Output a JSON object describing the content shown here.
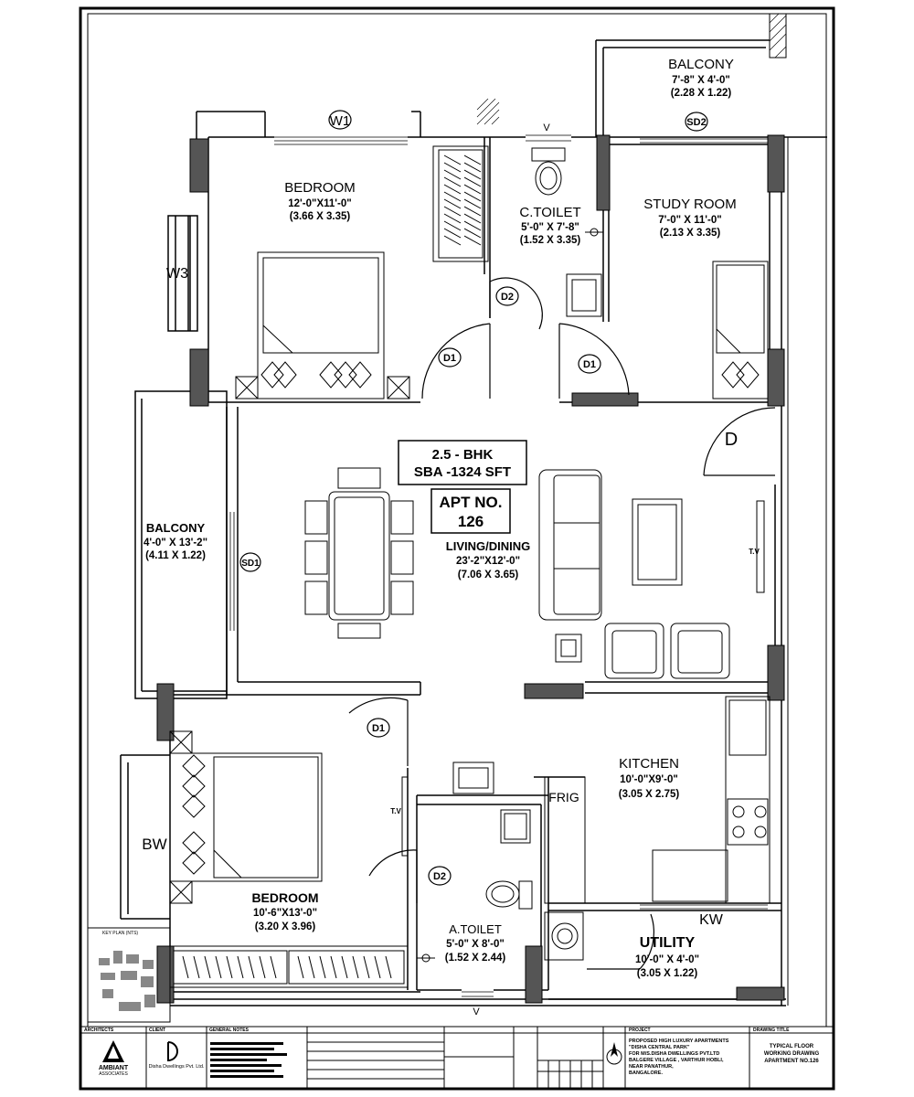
{
  "rooms": {
    "bedroom1": {
      "name": "BEDROOM",
      "size": "12'-0\"X11'-0\"",
      "metric": "(3.66 X 3.35)"
    },
    "c_toilet": {
      "name": "C.TOILET",
      "size": "5'-0\" X 7'-8\"",
      "metric": "(1.52 X 3.35)"
    },
    "study": {
      "name": "STUDY ROOM",
      "size": "7'-0\" X 11'-0\"",
      "metric": "(2.13 X 3.35)"
    },
    "balcony_top": {
      "name": "BALCONY",
      "size": "7'-8\" X 4'-0\"",
      "metric": "(2.28 X 1.22)"
    },
    "balcony_left": {
      "name": "BALCONY",
      "size": "4'-0\" X 13'-2\"",
      "metric": "(4.11 X 1.22)"
    },
    "living": {
      "name": "LIVING/DINING",
      "size": "23'-2\"X12'-0\"",
      "metric": "(7.06 X 3.65)"
    },
    "kitchen": {
      "name": "KITCHEN",
      "size": "10'-0\"X9'-0\"",
      "metric": "(3.05 X 2.75)"
    },
    "bedroom2": {
      "name": "BEDROOM",
      "size": "10'-6\"X13'-0\"",
      "metric": "(3.20 X 3.96)"
    },
    "a_toilet": {
      "name": "A.TOILET",
      "size": "5'-0\" X 8'-0\"",
      "metric": "(1.52 X 2.44)"
    },
    "utility": {
      "name": "UTILITY",
      "size": "10'-0\" X 4'-0\"",
      "metric": "(3.05 X 1.22)"
    }
  },
  "info": {
    "bhk": "2.5 - BHK",
    "sba": "SBA -1324 SFT",
    "apt_label": "APT NO.",
    "apt_no": "126"
  },
  "tags": {
    "w1": "W1",
    "w3": "W3",
    "sd2": "SD2",
    "v_top": "V",
    "v_bottom": "V",
    "d2_top": "D2",
    "d1_left": "D1",
    "d1_right": "D1",
    "d_main": "D",
    "sd1": "SD1",
    "tv_living": "T.V",
    "tv_bed": "T.V",
    "d1_bed": "D1",
    "d2_toilet": "D2",
    "frig": "FRIG",
    "bw": "BW",
    "kw": "KW"
  },
  "title_block": {
    "architects_label": "ARCHITECTS",
    "architect_name": "AMBIANT",
    "architect_sub": "ASSOCIATES",
    "client_label": "CLIENT",
    "client_name": "Disha Dwellings Pvt. Ltd.",
    "general_notes": "GENERAL NOTES",
    "project_label": "PROJECT",
    "project_lines": [
      "PROPOSED HIGH LUXURY APARTMENTS",
      "\"DISHA CENTRAL PARK\"",
      "FOR M/S.DISHA DWELLINGS PVT.LTD",
      "BALGERE VILLAGE , VARTHUR HOBLI,",
      "NEAR PANATHUR,",
      "BANGALORE."
    ],
    "drawing_title_label": "DRAWING TITLE",
    "drawing_title_lines": [
      "TYPICAL FLOOR",
      "WORKING DRAWING",
      "APARTMENT NO.126"
    ],
    "key_plan": "KEY PLAN (NTS)"
  },
  "colors": {
    "wall": "#555555",
    "line": "#000000",
    "paper": "#ffffff"
  }
}
